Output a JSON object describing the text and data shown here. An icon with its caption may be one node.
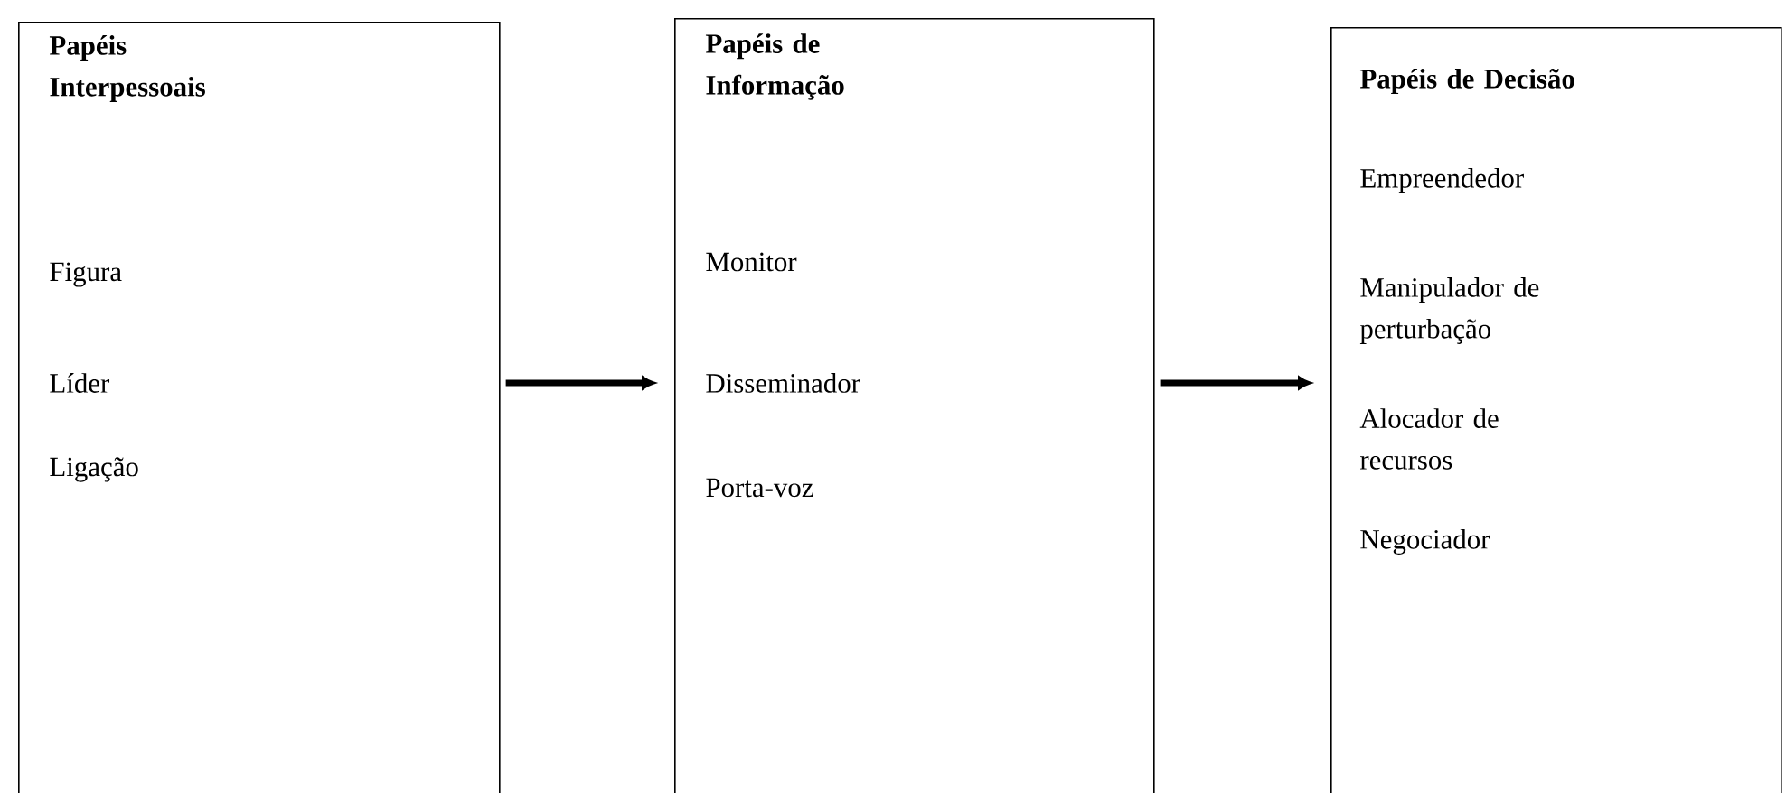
{
  "diagram": {
    "nodes": [
      {
        "text": [
          "Papéis Interpessoais",
          "Figura",
          "Líder",
          "Ligação"
        ]
      },
      {
        "text": [
          "Papéis de Informação",
          "Monitor",
          "Disseminador",
          "Porta-voz"
        ]
      },
      {
        "text": [
          "Papéis de Decisão",
          "Empreendedor",
          "Manipulador de perturbação",
          "Alocador de recursos",
          "Negociador"
        ]
      }
    ],
    "edges": [
      {
        "from": 0,
        "to": 1,
        "arrow": "to"
      },
      {
        "from": 1,
        "to": 2,
        "arrow": "to"
      }
    ]
  }
}
